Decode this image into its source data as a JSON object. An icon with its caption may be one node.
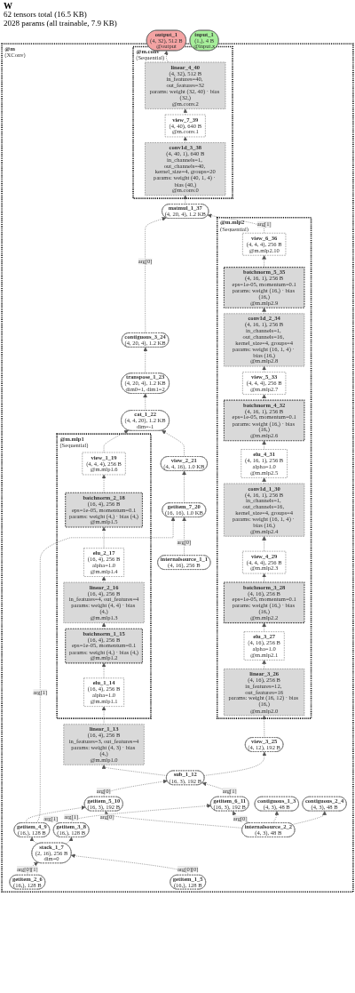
{
  "diagram": {
    "title": "W",
    "labels": [
      "62 tensors total (16.5 KB)",
      "2028 params (all trainable, 7.9 KB)"
    ],
    "nodes": [
      {
        "text": [
          "output_1",
          "(4, 32), 512 B",
          "@output"
        ]
      },
      {
        "text": [
          "input_1",
          "(1,), 4 B",
          "@input.x"
        ]
      },
      {
        "text": [
          "@m",
          "(XConv)"
        ]
      },
      {
        "text": [
          "@m.conv",
          "(Sequential)"
        ],
        "in": 2
      },
      {
        "text": [
          "linear_4_40",
          "(4, 32), 512 B",
          "in_features=40, out_features=32",
          "params: weight (32, 40) · bias (32,)",
          "@m.conv.2"
        ],
        "in": 3
      },
      {
        "text": [
          "view_7_39",
          "(4, 40), 640 B",
          "@m.conv.1"
        ],
        "in": 3
      },
      {
        "text": [
          "conv1d_3_38",
          "(4, 40, 1), 640 B",
          "in_channels=1, out_channels=40, kernel_size=4, groups=20",
          "params: weight (40, 1, 4) · bias (40,)",
          "@m.conv.0"
        ],
        "in": 3
      },
      {
        "text": [
          "matmul_1_37",
          "(4, 20, 4), 1.2 KB"
        ],
        "in": 2
      },
      {
        "text": [
          "contiguous_3_24",
          "(4, 20, 4), 1.2 KB"
        ],
        "in": 2
      },
      {
        "text": [
          "transpose_1_23",
          "(4, 20, 4), 1.2 KB",
          "dim0=1, dim1=2"
        ],
        "in": 2
      },
      {
        "text": [
          "cat_1_22",
          "(4, 4, 20), 1.2 KB",
          "dim=-1"
        ],
        "in": 2
      },
      {
        "text": [
          "view_2_21",
          "(4, 4, 16), 1.0 KB"
        ],
        "in": 2
      },
      {
        "text": [
          "getitem_7_20",
          "(16, 16), 1.0 KB"
        ],
        "in": 2
      },
      {
        "text": [
          "internalsource_1_1",
          "(4, 16), 256 B"
        ],
        "in": 2
      },
      {
        "text": [
          "@m.mlp1",
          "(Sequential)"
        ],
        "in": 2
      },
      {
        "text": [
          "view_1_19",
          "(4, 4, 4), 256 B",
          "@m.mlp1.6"
        ],
        "in": 14
      },
      {
        "text": [
          "batchnorm_2_18",
          "(16, 4), 256 B",
          "eps=1e-05, momentum=0.1",
          "params: weight (4,) · bias (4,)",
          "@m.mlp1.5"
        ],
        "in": 14
      },
      {
        "text": [
          "elu_2_17",
          "(16, 4), 256 B",
          "alpha=1.0",
          "@m.mlp1.4"
        ],
        "in": 14
      },
      {
        "text": [
          "linear_2_16",
          "(16, 4), 256 B",
          "in_features=4, out_features=4",
          "params: weight (4, 4) · bias (4,)",
          "@m.mlp1.3"
        ],
        "in": 14
      },
      {
        "text": [
          "batchnorm_1_15",
          "(16, 4), 256 B",
          "eps=1e-05, momentum=0.1",
          "params: weight (4,) · bias (4,)",
          "@m.mlp1.2"
        ],
        "in": 14
      },
      {
        "text": [
          "elu_1_14",
          "(16, 4), 256 B",
          "alpha=1.0",
          "@m.mlp1.1"
        ],
        "in": 14
      },
      {
        "text": [
          "@m.mlp2",
          "(Sequential)"
        ],
        "in": 2
      },
      {
        "text": [
          "view_6_36",
          "(4, 4, 4), 256 B",
          "@m.mlp2.10"
        ],
        "in": 21
      },
      {
        "text": [
          "batchnorm_5_35",
          "(4, 16, 1), 256 B",
          "eps=1e-05, momentum=0.1",
          "params: weight (16,) · bias (16,)",
          "@m.mlp2.9"
        ],
        "in": 21
      },
      {
        "text": [
          "conv1d_2_34",
          "(4, 16, 1), 256 B",
          "in_channels=1, out_channels=16, kernel_size=4, groups=4",
          "params: weight (16, 1, 4) · bias (16,)",
          "@m.mlp2.8"
        ],
        "in": 21
      },
      {
        "text": [
          "view_5_33",
          "(4, 4, 4), 256 B",
          "@m.mlp2.7"
        ],
        "in": 21
      },
      {
        "text": [
          "batchnorm_4_32",
          "(4, 16, 1), 256 B",
          "eps=1e-05, momentum=0.1",
          "params: weight (16,) · bias (16,)",
          "@m.mlp2.6"
        ],
        "in": 21
      },
      {
        "text": [
          "elu_4_31",
          "(4, 16, 1), 256 B",
          "alpha=1.0",
          "@m.mlp2.5"
        ],
        "in": 21
      },
      {
        "text": [
          "conv1d_1_30",
          "(4, 16, 1), 256 B",
          "in_channels=1, out_channels=16, kernel_size=4, groups=4",
          "params: weight (16, 1, 4) · bias (16,)",
          "@m.mlp2.4"
        ],
        "in": 21
      },
      {
        "text": [
          "view_4_29",
          "(4, 4, 4), 256 B",
          "@m.mlp2.3"
        ],
        "in": 21
      },
      {
        "text": [
          "batchnorm_3_28",
          "(4, 16), 256 B",
          "eps=1e-05, momentum=0.1",
          "params: weight (16,) · bias (16,)",
          "@m.mlp2.2"
        ],
        "in": 21
      },
      {
        "text": [
          "elu_3_27",
          "(4, 16), 256 B",
          "alpha=1.0",
          "@m.mlp2.1"
        ],
        "in": 21
      },
      {
        "text": [
          "linear_3_26",
          "(4, 16), 256 B",
          "in_features=12, out_features=16",
          "params: weight (16, 12) · bias (16,)",
          "@m.mlp2.0"
        ],
        "in": 21
      },
      {
        "text": [
          "linear_1_13",
          "(16, 4), 256 B",
          "in_features=3, out_features=4",
          "params: weight (4, 3) · bias (4,)",
          "@m.mlp1.0"
        ],
        "in": 2
      },
      {
        "text": [
          "view_3_25",
          "(4, 12), 192 B"
        ],
        "in": 2
      },
      {
        "text": [
          "sub_1_12",
          "(16, 3), 192 B"
        ],
        "in": 2
      },
      {
        "text": [
          "getitem_5_10",
          "(16, 3), 192 B"
        ],
        "in": 2
      },
      {
        "text": [
          "getitem_6_11",
          "(16, 3), 192 B"
        ],
        "in": 2
      },
      {
        "text": [
          "contiguous_1_3",
          "(4, 3), 48 B"
        ],
        "in": 2
      },
      {
        "text": [
          "contiguous_2_4",
          "(4, 3), 48 B"
        ],
        "in": 2
      },
      {
        "text": [
          "getitem_4_9",
          "(16,), 128 B"
        ],
        "in": 2
      },
      {
        "text": [
          "getitem_3_8",
          "(16,), 128 B"
        ],
        "in": 2
      },
      {
        "text": [
          "internalsource_2_2",
          "(4, 3), 48 B"
        ],
        "in": 2
      },
      {
        "text": [
          "stack_1_7",
          "(2, 16), 256 B",
          "dim=0"
        ],
        "in": 2
      },
      {
        "text": [
          "getitem_2_6",
          "(16,), 128 B"
        ],
        "in": 2
      },
      {
        "text": [
          "getitem_1_5",
          "(16,), 128 B"
        ],
        "in": 2
      }
    ],
    "edges": [
      {
        "from": 44,
        "to": 43,
        "arrow": "to",
        "label": "arg[0][1]",
        "style": "dashed"
      },
      {
        "from": 45,
        "to": 43,
        "arrow": "to",
        "label": "arg[0][0]",
        "style": "dashed"
      },
      {
        "from": 43,
        "to": 40,
        "arrow": "to",
        "style": "dashed"
      },
      {
        "from": 43,
        "to": 41,
        "arrow": "to",
        "style": "dashed"
      },
      {
        "from": 40,
        "to": 36,
        "arrow": "to",
        "label": "arg[1]",
        "style": "dashed"
      },
      {
        "from": 42,
        "to": 36,
        "arrow": "to",
        "label": "arg[0]",
        "style": "dashed"
      },
      {
        "from": 41,
        "to": 37,
        "arrow": "to",
        "label": "arg[1]",
        "style": "dashed"
      },
      {
        "from": 42,
        "to": 37,
        "arrow": "to",
        "label": "arg[0]",
        "style": "dashed"
      },
      {
        "from": 42,
        "to": 38,
        "arrow": "to",
        "style": "dashed"
      },
      {
        "from": 42,
        "to": 39,
        "arrow": "to",
        "style": "dashed"
      },
      {
        "from": 40,
        "to": 12,
        "arrow": "to",
        "label": "arg[1]",
        "style": "dashed"
      },
      {
        "from": 13,
        "to": 12,
        "arrow": "to",
        "label": "arg[0]",
        "style": "dashed"
      },
      {
        "from": 36,
        "to": 35,
        "arrow": "to",
        "label": "arg[0]",
        "style": "dashed"
      },
      {
        "from": 37,
        "to": 35,
        "arrow": "to",
        "label": "arg[1]",
        "style": "dashed"
      },
      {
        "from": 35,
        "to": 33,
        "arrow": "to",
        "style": "dashed"
      },
      {
        "from": 35,
        "to": 34,
        "arrow": "to",
        "style": "dashed"
      },
      {
        "from": 33,
        "to": 20,
        "arrow": "to",
        "style": "dashed"
      },
      {
        "from": 20,
        "to": 19,
        "arrow": "to",
        "style": "dashed"
      },
      {
        "from": 19,
        "to": 18,
        "arrow": "to",
        "style": "dashed"
      },
      {
        "from": 18,
        "to": 17,
        "arrow": "to",
        "style": "dashed"
      },
      {
        "from": 17,
        "to": 16,
        "arrow": "to",
        "style": "dashed"
      },
      {
        "from": 16,
        "to": 15,
        "arrow": "to",
        "style": "dashed"
      },
      {
        "from": 15,
        "to": 10,
        "arrow": "to",
        "style": "dashed"
      },
      {
        "from": 12,
        "to": 11,
        "arrow": "to",
        "style": "dashed"
      },
      {
        "from": 11,
        "to": 10,
        "arrow": "to",
        "style": "dashed"
      },
      {
        "from": 10,
        "to": 9,
        "arrow": "to",
        "style": "dashed"
      },
      {
        "from": 9,
        "to": 8,
        "arrow": "to",
        "style": "dashed"
      },
      {
        "from": 8,
        "to": 7,
        "arrow": "to",
        "label": "arg[0]",
        "style": "dashed"
      },
      {
        "from": 34,
        "to": 32,
        "arrow": "to",
        "style": "dashed"
      },
      {
        "from": 32,
        "to": 31,
        "arrow": "to",
        "style": "dashed"
      },
      {
        "from": 31,
        "to": 30,
        "arrow": "to",
        "style": "dashed"
      },
      {
        "from": 30,
        "to": 29,
        "arrow": "to",
        "style": "dashed"
      },
      {
        "from": 29,
        "to": 28,
        "arrow": "to",
        "style": "dashed"
      },
      {
        "from": 28,
        "to": 27,
        "arrow": "to",
        "style": "dashed"
      },
      {
        "from": 27,
        "to": 26,
        "arrow": "to",
        "style": "dashed"
      },
      {
        "from": 26,
        "to": 25,
        "arrow": "to",
        "style": "dashed"
      },
      {
        "from": 25,
        "to": 24,
        "arrow": "to",
        "style": "dashed"
      },
      {
        "from": 24,
        "to": 23,
        "arrow": "to",
        "style": "dashed"
      },
      {
        "from": 23,
        "to": 22,
        "arrow": "to",
        "style": "dashed"
      },
      {
        "from": 22,
        "to": 7,
        "arrow": "to",
        "label": "arg[1]",
        "style": "dashed"
      },
      {
        "from": 7,
        "to": 6,
        "arrow": "to",
        "style": "dashed"
      },
      {
        "from": 6,
        "to": 5,
        "arrow": "to",
        "style": "dashed"
      },
      {
        "from": 5,
        "to": 4,
        "arrow": "to",
        "style": "dashed"
      },
      {
        "from": 4,
        "to": 0,
        "arrow": "to",
        "style": "dashed"
      }
    ]
  }
}
